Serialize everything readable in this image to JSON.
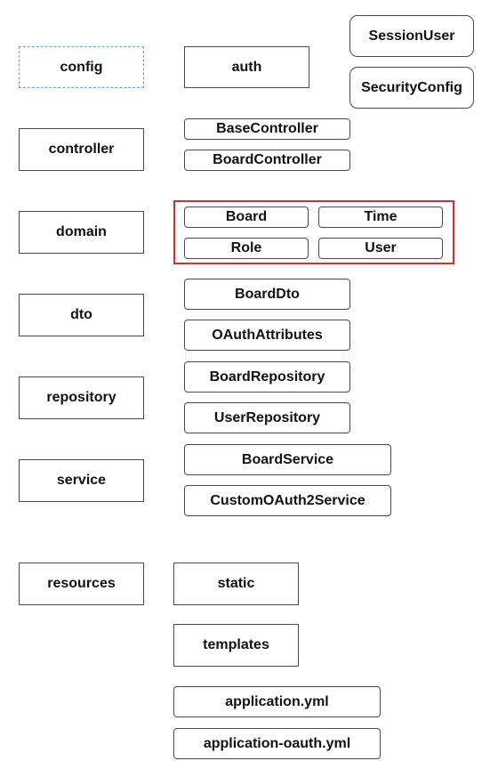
{
  "packages": {
    "config": "config",
    "controller": "controller",
    "domain": "domain",
    "dto": "dto",
    "repository": "repository",
    "service": "service",
    "resources": "resources"
  },
  "config": {
    "auth": "auth",
    "session_user": "SessionUser",
    "security_config": "SecurityConfig"
  },
  "controller": {
    "base_controller": "BaseController",
    "board_controller": "BoardController"
  },
  "domain": {
    "board": "Board",
    "time": "Time",
    "role": "Role",
    "user": "User",
    "highlight_color": "#d32f2f"
  },
  "dto": {
    "board_dto": "BoardDto",
    "oauth_attributes": "OAuthAttributes"
  },
  "repository": {
    "board_repository": "BoardRepository",
    "user_repository": "UserRepository"
  },
  "service": {
    "board_service": "BoardService",
    "custom_oauth2_service": "CustomOAuth2Service"
  },
  "resources": {
    "static": "static",
    "templates": "templates",
    "application_yml": "application.yml",
    "application_oauth_yml": "application-oauth.yml"
  }
}
